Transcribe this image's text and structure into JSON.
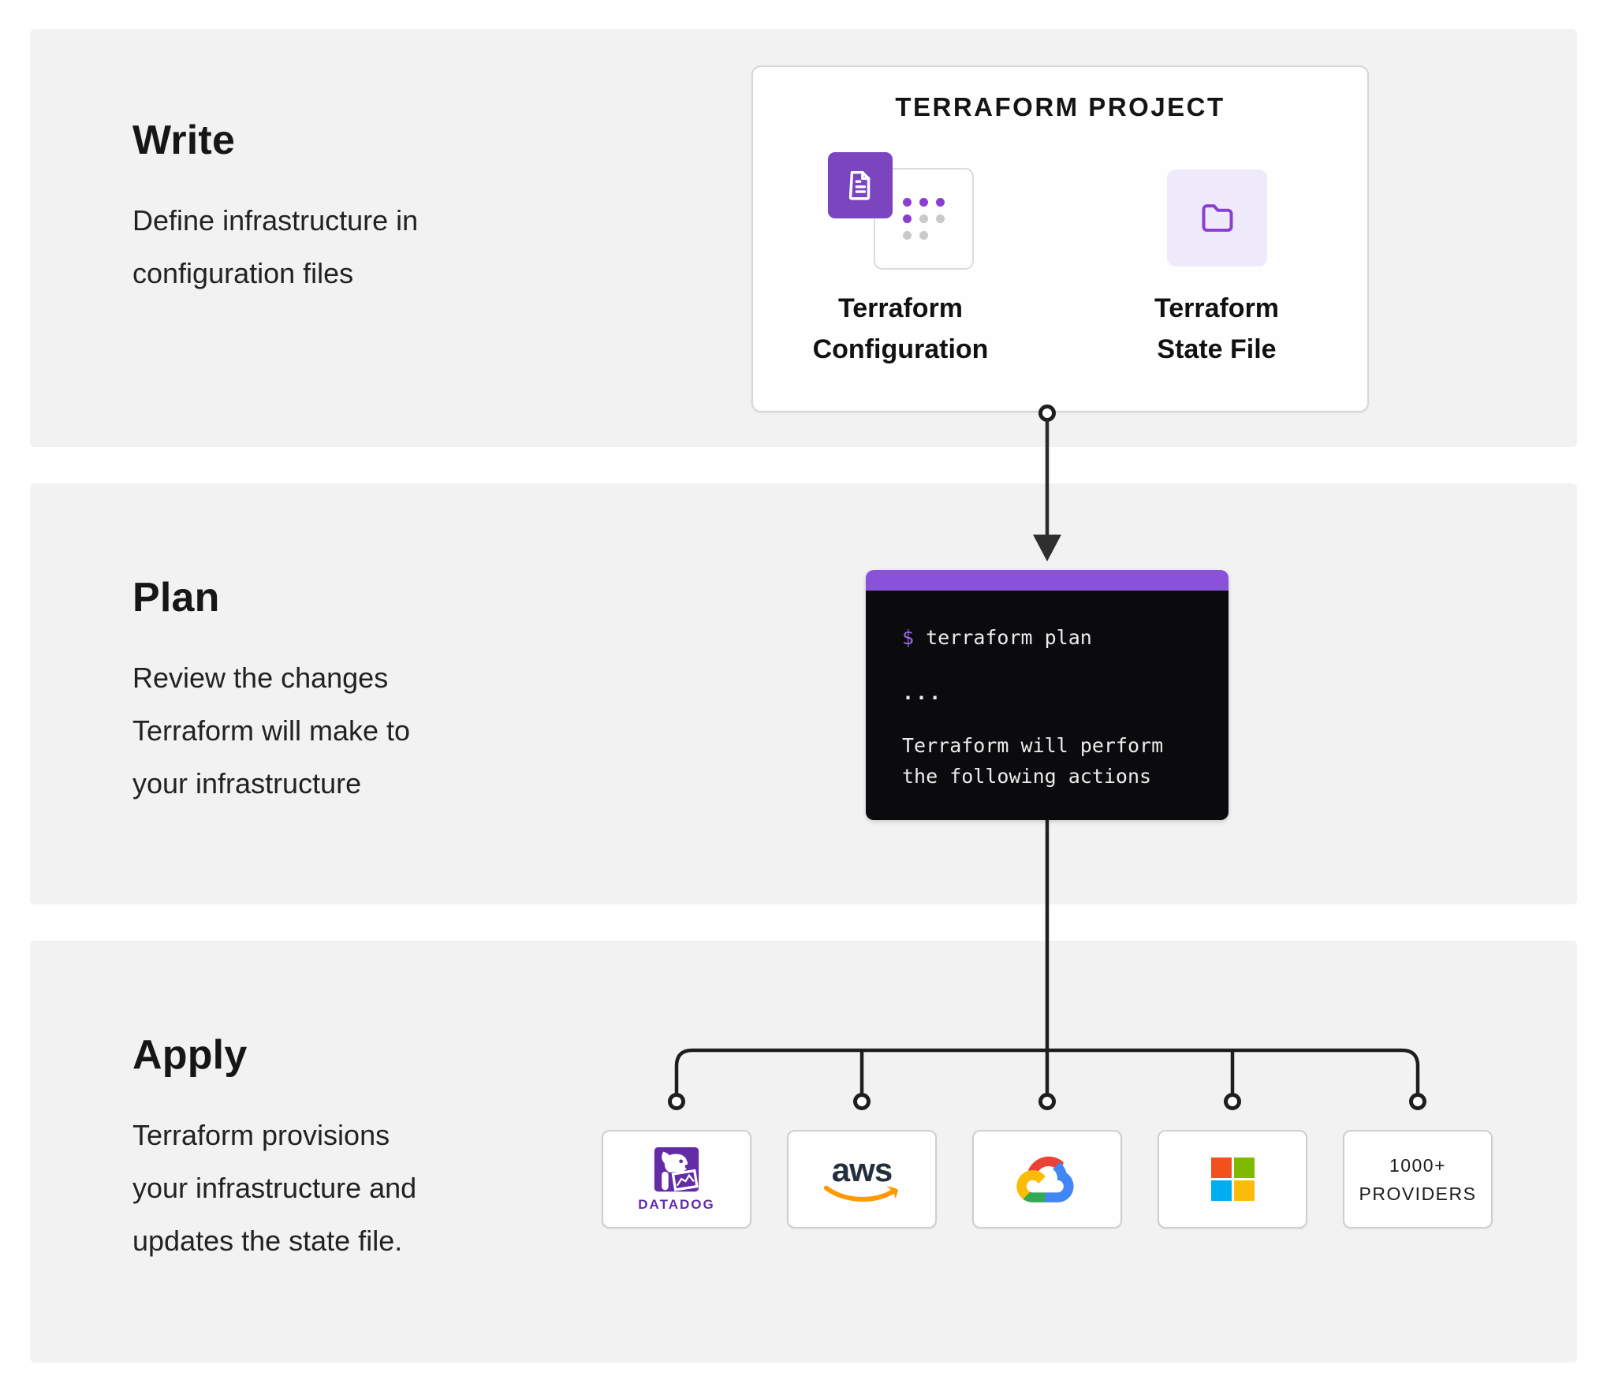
{
  "sections": {
    "write": {
      "title": "Write",
      "desc": "Define infrastructure in configuration files"
    },
    "plan": {
      "title": "Plan",
      "desc": "Review the changes Terraform will make to your infrastructure"
    },
    "apply": {
      "title": "Apply",
      "desc": "Terraform provisions your infrastructure and updates the state file."
    }
  },
  "project_card": {
    "title": "TERRAFORM PROJECT",
    "items": [
      {
        "name": "terraform-configuration",
        "icon": "document-icon",
        "line1": "Terraform",
        "line2": "Configuration"
      },
      {
        "name": "terraform-state-file",
        "icon": "folder-icon",
        "line1": "Terraform",
        "line2": "State File"
      }
    ]
  },
  "terminal": {
    "prompt": "$",
    "command": " terraform plan",
    "ellipsis": "...",
    "output_line1": "Terraform will perform",
    "output_line2": "the following actions"
  },
  "providers": [
    {
      "name": "Datadog",
      "icon": "datadog-logo",
      "label": "DATADOG"
    },
    {
      "name": "AWS",
      "icon": "aws-logo",
      "label": "aws"
    },
    {
      "name": "Google Cloud",
      "icon": "google-cloud-logo"
    },
    {
      "name": "Microsoft",
      "icon": "microsoft-logo"
    },
    {
      "name": "More providers",
      "line1": "1000+",
      "line2": "PROVIDERS"
    }
  ],
  "colors": {
    "page_bg": "#ffffff",
    "band_bg": "#f2f2f2",
    "terraform_purple": "#7c45c0",
    "terminal_bar_purple": "#8a52d8",
    "terminal_bg": "#0b0b0e",
    "terminal_text": "#ececec",
    "prompt_purple": "#9a67e8",
    "lavender_bg": "#efeafb",
    "folder_stroke": "#8a3fd1",
    "dot_purple": "#8a3ed2",
    "dot_gray": "#c9c9c9",
    "connector_line": "#1e1e1e",
    "datadog_purple": "#632ca6",
    "aws_dark": "#232f3e",
    "aws_orange": "#ff9900",
    "ms_red": "#f1511b",
    "ms_green": "#7fba00",
    "ms_blue": "#00adef",
    "ms_yellow": "#fbbc09",
    "gcp_red": "#ea4335",
    "gcp_blue": "#4285f4",
    "gcp_green": "#34a853",
    "gcp_yellow": "#fbbc05"
  }
}
